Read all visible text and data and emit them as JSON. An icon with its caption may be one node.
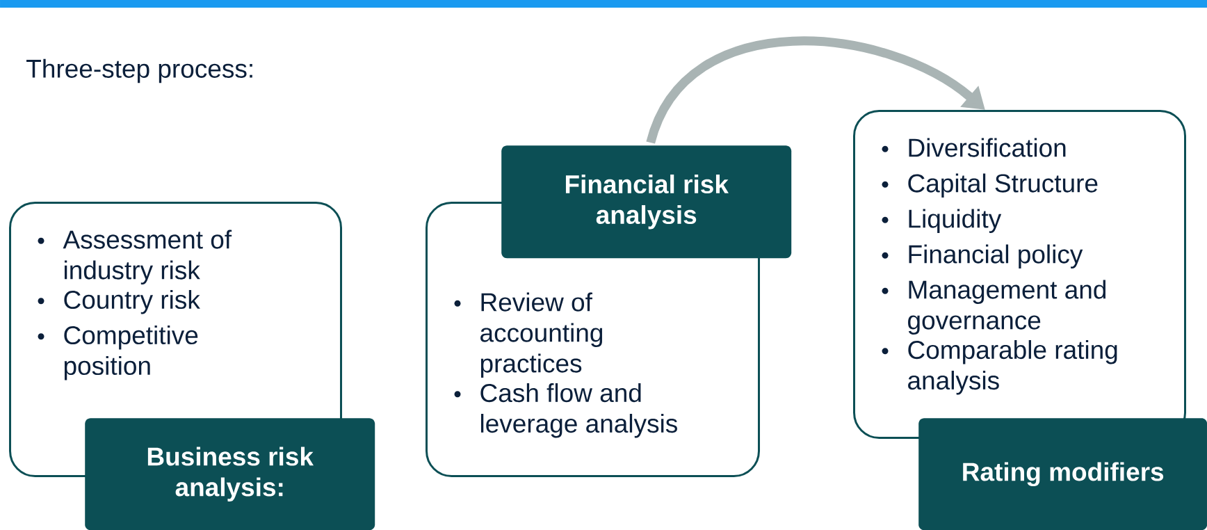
{
  "diagram": {
    "title": "Three-step process:",
    "nodes": [
      {
        "text": [
          "Assessment of industry risk",
          "Country risk",
          "Competitive position"
        ]
      },
      {
        "text": [
          "Business risk analysis:"
        ]
      },
      {
        "text": [
          "Financial risk analysis"
        ]
      },
      {
        "text": [
          "Review of accounting practices",
          "Cash flow and leverage analysis"
        ]
      },
      {
        "text": [
          "Diversification",
          "Capital Structure",
          "Liquidity",
          "Financial policy",
          "Management and governance",
          "Comparable rating analysis"
        ]
      },
      {
        "text": [
          "Rating modifiers"
        ]
      }
    ],
    "edges": [
      {
        "from": 2,
        "to": 4,
        "arrow": "to"
      }
    ]
  }
}
